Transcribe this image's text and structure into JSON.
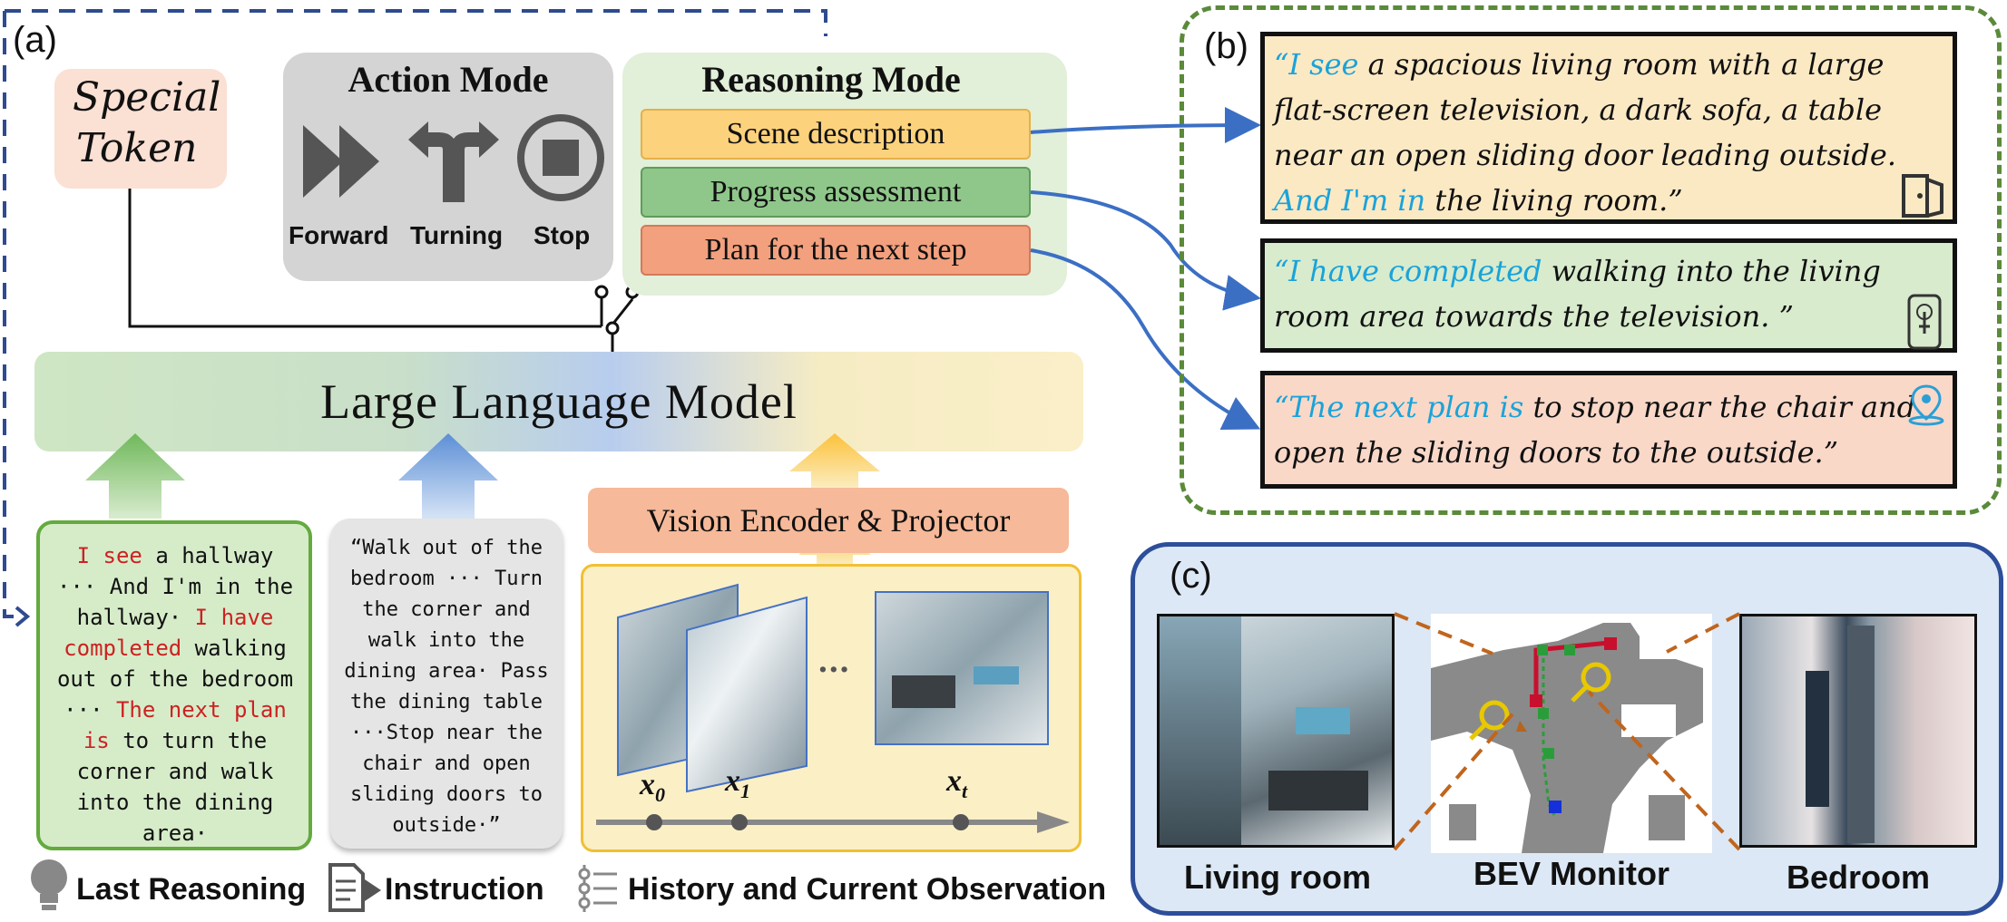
{
  "panel_a": {
    "label": "(a)",
    "special_token": {
      "line1": "Special",
      "line2": "Token"
    },
    "action_mode": {
      "title": "Action  Mode",
      "actions": [
        {
          "label": "Forward",
          "icon": "forward-icon"
        },
        {
          "label": "Turning",
          "icon": "turning-icon"
        },
        {
          "label": "Stop",
          "icon": "stop-icon"
        }
      ]
    },
    "reasoning_mode": {
      "title": "Reasoning  Mode",
      "items": [
        {
          "label": "Scene description",
          "color": "#fcd27d"
        },
        {
          "label": "Progress assessment",
          "color": "#8fc78a"
        },
        {
          "label": "Plan for the next step",
          "color": "#f2a07e"
        }
      ]
    },
    "llm": {
      "label": "Large Language Model"
    },
    "vision_encoder": {
      "label": "Vision Encoder & Projector"
    },
    "last_reasoning": {
      "seg1": "I see",
      "seg2": " a hallway ··· And I'm in the hallway· ",
      "seg3": "I have completed",
      "seg4": " walking out of the bedroom ··· ",
      "seg5": "The next plan is",
      "seg6": " to turn the corner and walk into the dining area·"
    },
    "instruction_text": "“Walk out of the bedroom ··· Turn the corner and walk into the dining area· Pass the dining table ···Stop near the chair and open sliding doors to outside·”",
    "observations": {
      "ellipsis": "···",
      "x0": "x",
      "x0_sub": "0",
      "x1": "x",
      "x1_sub": "1",
      "xt": "x",
      "xt_sub": "t"
    },
    "legend": {
      "last_reasoning": "Last Reasoning",
      "instruction": "Instruction",
      "history": "History and Current Observation"
    }
  },
  "panel_b": {
    "label": "(b)",
    "scene": {
      "h1": "“I see",
      "t1": " a spacious living room with a large flat-screen television, a dark sofa, a table near an open sliding door leading outside. ",
      "h2": "And I'm in",
      "t2": " the living room.”"
    },
    "progress": {
      "h1": "“I have completed",
      "t1": " walking into the living room area towards the television. ”"
    },
    "plan": {
      "h1": "“The next plan is",
      "t1": " to stop near the chair and open the sliding doors to the outside.”"
    }
  },
  "panel_c": {
    "label": "(c)",
    "captions": {
      "living_room": "Living room",
      "bev": "BEV Monitor",
      "bedroom": "Bedroom"
    }
  },
  "colors": {
    "dashed_blue": "#2f4b8f",
    "dashed_green": "#5a8a3a",
    "arrow_blue": "#3b6fc4",
    "panel_c_bg": "#dce8f5",
    "panel_c_border": "#2d4e9a"
  }
}
